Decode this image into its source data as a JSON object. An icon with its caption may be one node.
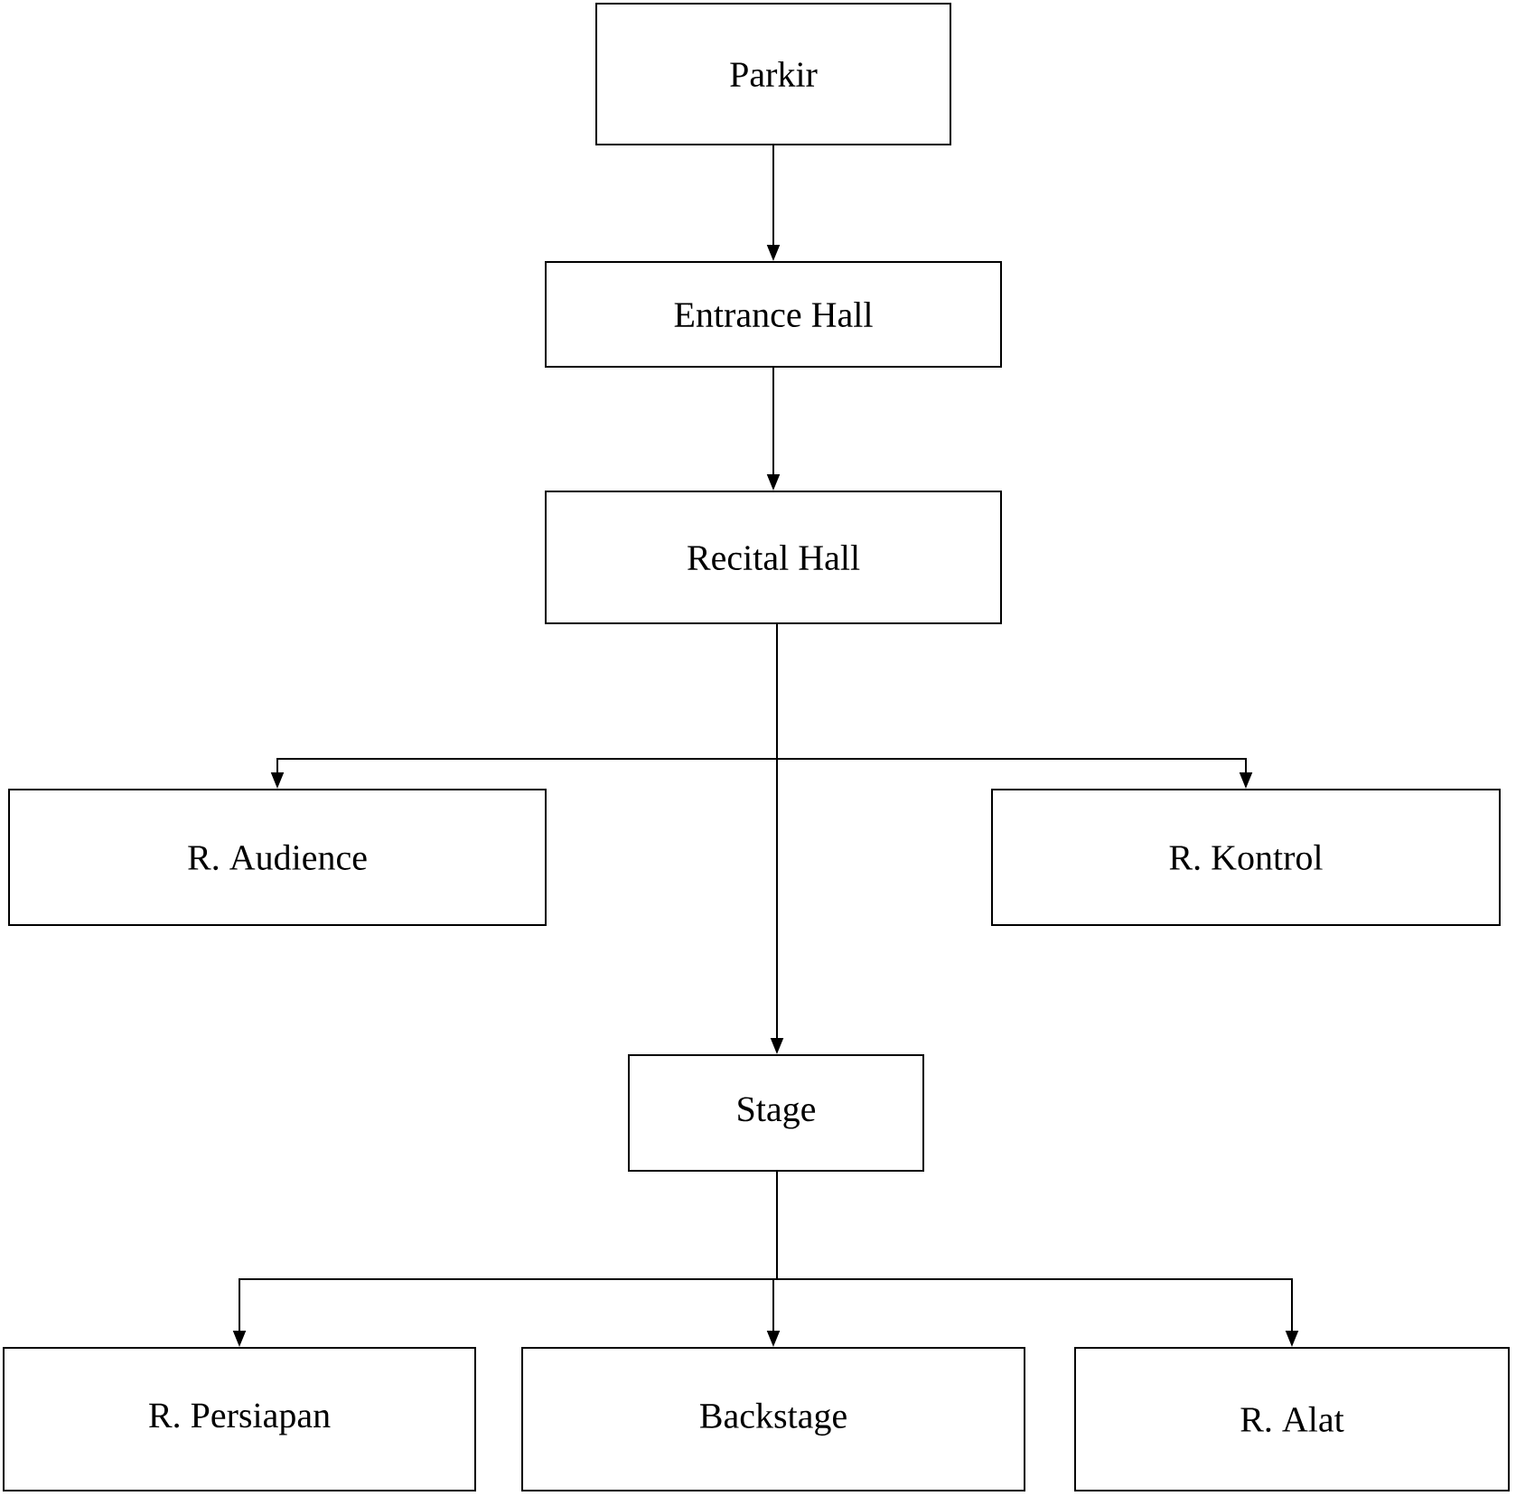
{
  "diagram": {
    "nodes": [
      {
        "text": [
          "Parkir"
        ]
      },
      {
        "text": [
          "Entrance Hall"
        ]
      },
      {
        "text": [
          "Recital Hall"
        ]
      },
      {
        "text": [
          "R. Audience"
        ]
      },
      {
        "text": [
          "R. Kontrol"
        ]
      },
      {
        "text": [
          "Stage"
        ]
      },
      {
        "text": [
          "R. Persiapan"
        ]
      },
      {
        "text": [
          "Backstage"
        ]
      },
      {
        "text": [
          "R. Alat"
        ]
      }
    ],
    "edges": [
      {
        "from": 0,
        "to": 1,
        "arrow": "to"
      },
      {
        "from": 1,
        "to": 2,
        "arrow": "to"
      },
      {
        "from": 2,
        "to": 3,
        "arrow": "to"
      },
      {
        "from": 2,
        "to": 4,
        "arrow": "to"
      },
      {
        "from": 2,
        "to": 5,
        "arrow": "to"
      },
      {
        "from": 5,
        "to": 6,
        "arrow": "to"
      },
      {
        "from": 5,
        "to": 7,
        "arrow": "to"
      },
      {
        "from": 5,
        "to": 8,
        "arrow": "to"
      }
    ]
  }
}
